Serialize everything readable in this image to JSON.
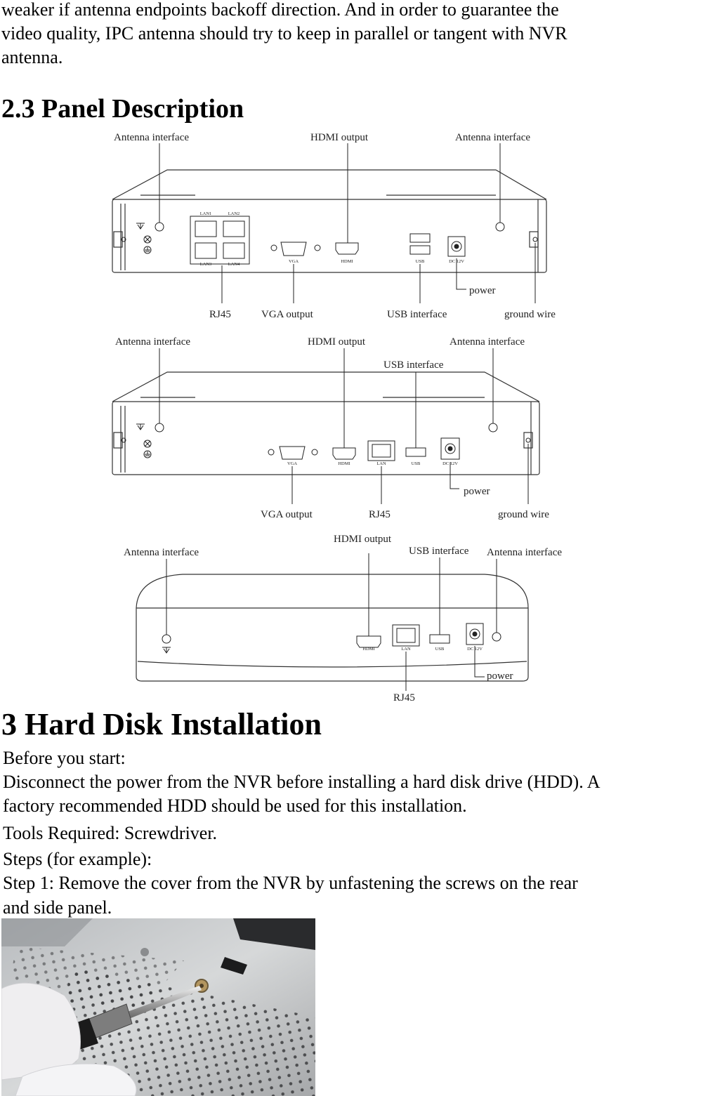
{
  "intro": {
    "line1": "weaker if antenna endpoints backoff direction. And in order to guarantee the",
    "line2": "video quality, IPC antenna should try to keep in parallel or tangent with NVR",
    "line3": "antenna."
  },
  "section_2_3": {
    "title": "2.3 Panel Description"
  },
  "diagram1": {
    "labels": {
      "antenna_left": "Antenna interface",
      "hdmi": "HDMI output",
      "antenna_right": "Antenna interface",
      "rj45": "RJ45",
      "vga": "VGA output",
      "usb": "USB interface",
      "ground": "ground wire",
      "power": "power"
    },
    "panel_text": {
      "lan1": "LAN1",
      "lan2": "LAN2",
      "lan3": "LAN3",
      "lan4": "LAN4",
      "vga": "VGA",
      "hdmi": "HDMI",
      "usb": "USB",
      "dc": "DC 12V"
    }
  },
  "diagram2": {
    "labels": {
      "antenna_left": "Antenna interface",
      "hdmi": "HDMI output",
      "usb": "USB interface",
      "antenna_right": "Antenna interface",
      "vga": "VGA output",
      "rj45": "RJ45",
      "ground": "ground wire",
      "power": "power"
    },
    "panel_text": {
      "vga": "VGA",
      "hdmi": "HDMI",
      "lan": "LAN",
      "usb": "USB",
      "dc": "DC 12V"
    }
  },
  "diagram3": {
    "labels": {
      "antenna_left": "Antenna interface",
      "hdmi": "HDMI output",
      "usb": "USB interface",
      "antenna_right": "Antenna interface",
      "power": "power",
      "rj45": "RJ45"
    },
    "panel_text": {
      "hdmi": "HDMI",
      "lan": "LAN",
      "usb": "USB",
      "dc": "DC 12V"
    }
  },
  "section_3": {
    "title": "3 Hard Disk Installation",
    "before": "Before you start:",
    "p1_line1": "Disconnect the power from the NVR before installing a hard disk drive (HDD). A",
    "p1_line2": "factory recommended HDD should be used for this installation.",
    "tools": "Tools Required: Screwdriver.",
    "steps": "Steps (for example):",
    "step1_line1": "Step 1: Remove the cover from the NVR by unfastening the screws on the rear",
    "step1_line2": "and side panel."
  }
}
